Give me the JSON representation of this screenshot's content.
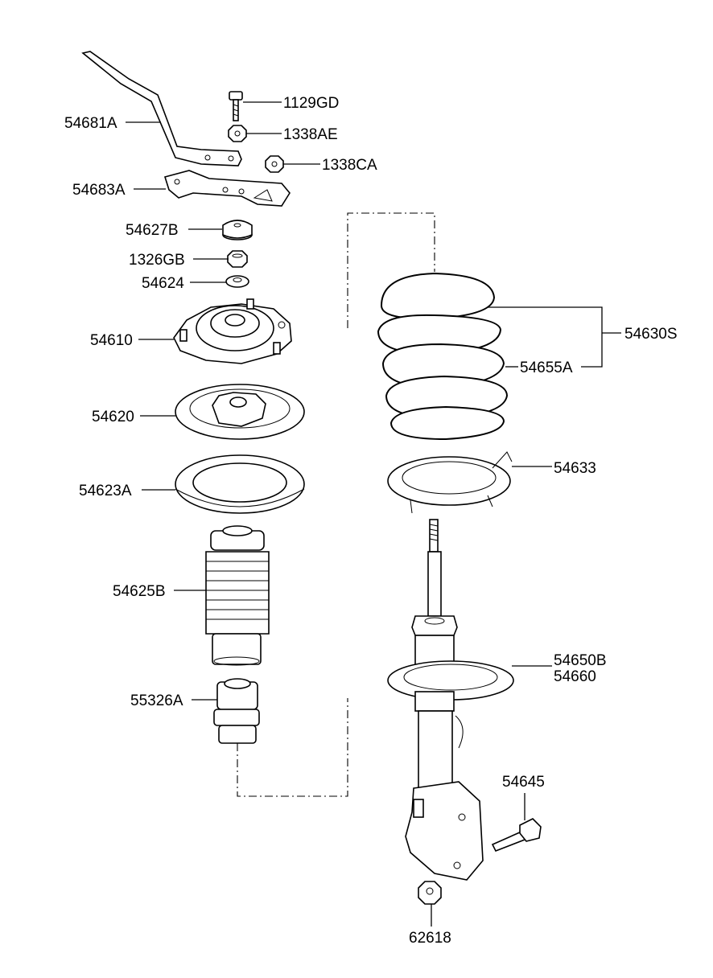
{
  "labels": {
    "p1129GD": "1129GD",
    "p1338AE": "1338AE",
    "p1338CA": "1338CA",
    "p54681A": "54681A",
    "p54683A": "54683A",
    "p54627B": "54627B",
    "p1326GB": "1326GB",
    "p54624": "54624",
    "p54610": "54610",
    "p54620": "54620",
    "p54623A": "54623A",
    "p54625B": "54625B",
    "p55326A": "55326A",
    "p54630S": "54630S",
    "p54655A": "54655A",
    "p54633": "54633",
    "p54650B": "54650B",
    "p54660": "54660",
    "p54645": "54645",
    "p62618": "62618"
  }
}
